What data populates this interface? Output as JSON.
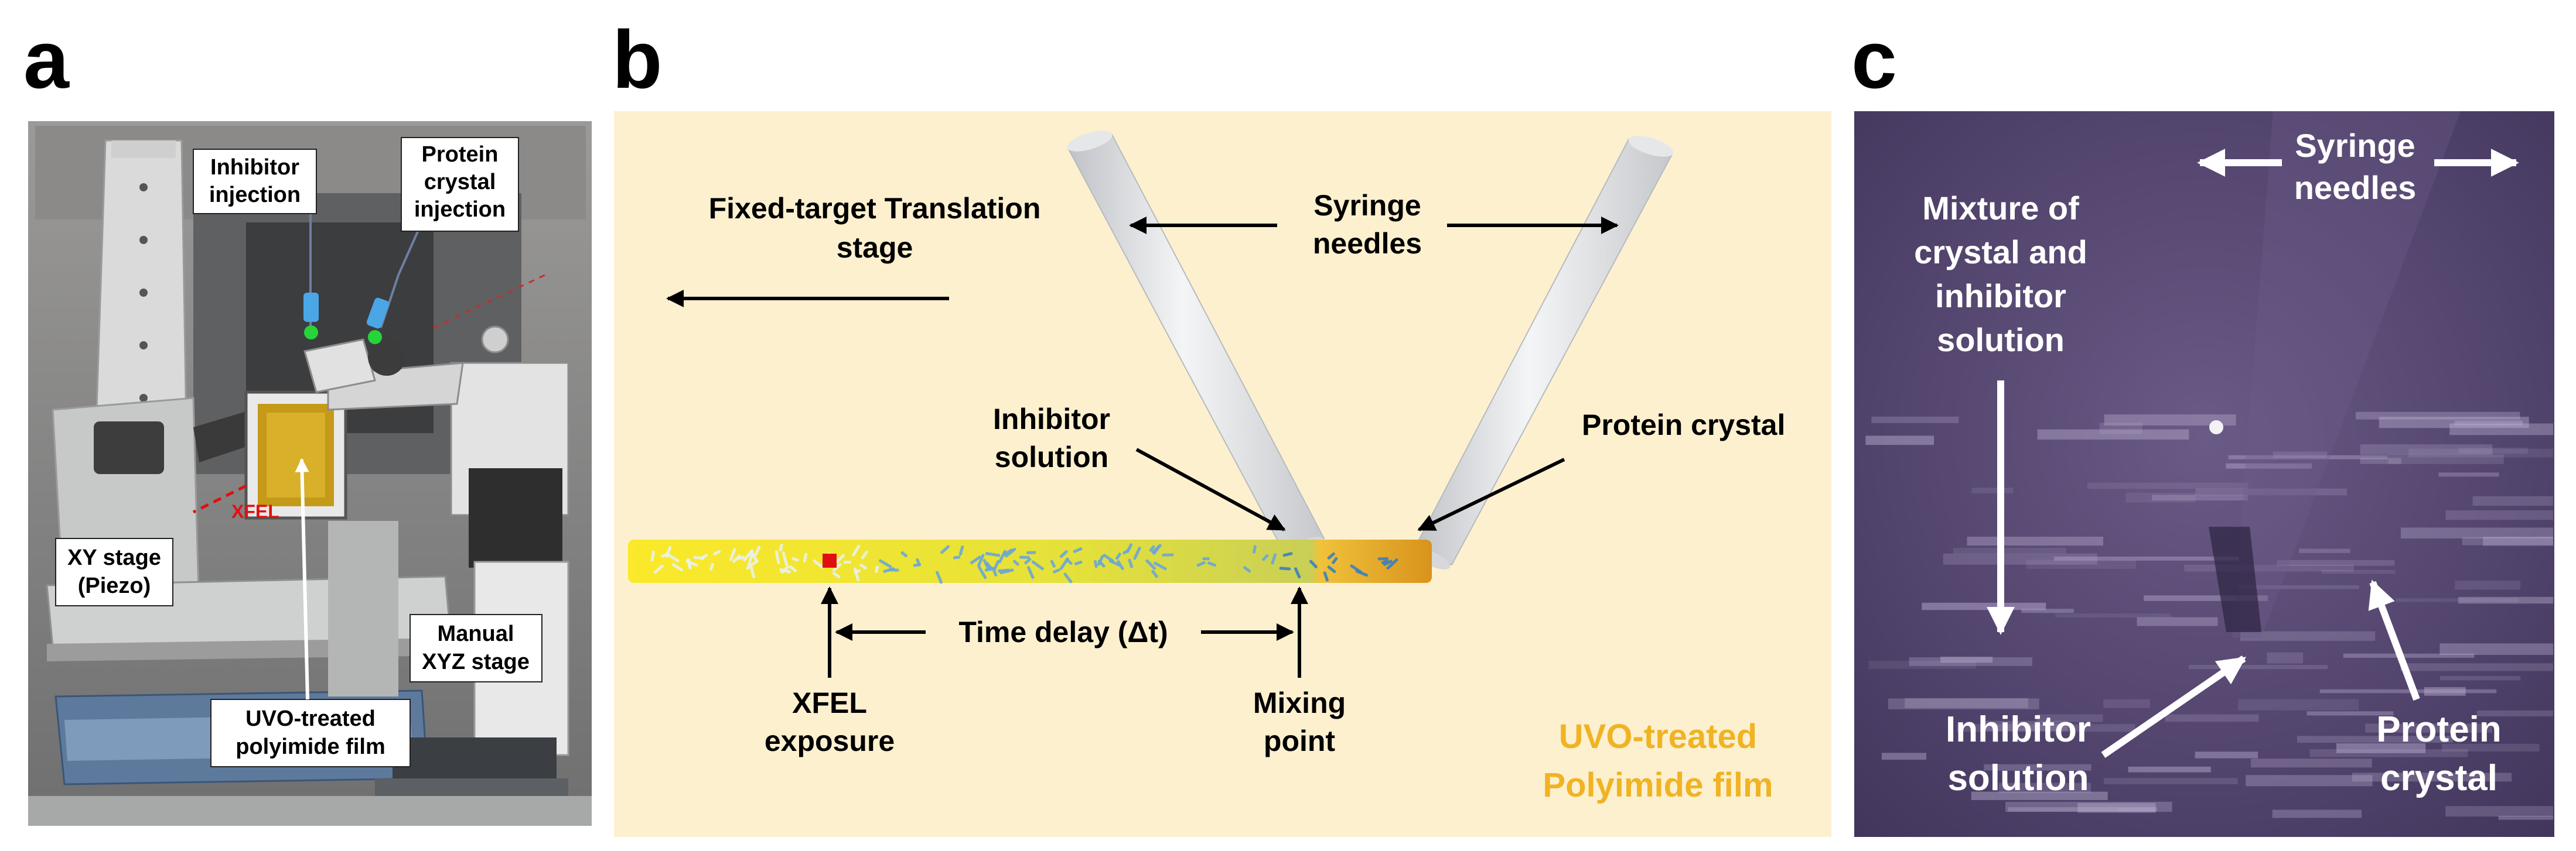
{
  "panels": [
    {
      "letter": "a"
    },
    {
      "letter": "b"
    },
    {
      "letter": "c"
    }
  ],
  "panel_a": {
    "inhibitor_injection": [
      "Inhibitor",
      "injection"
    ],
    "protein_crystal_injection": [
      "Protein",
      "crystal",
      "injection"
    ],
    "xfel": "XFEL",
    "xy_stage": [
      "XY stage",
      "(Piezo)"
    ],
    "manual_xyz_stage": [
      "Manual",
      "XYZ stage"
    ],
    "uvo_film": [
      "UVO-treated",
      "polyimide film"
    ]
  },
  "panel_b": {
    "translation_stage": [
      "Fixed-target Translation",
      "stage"
    ],
    "syringe_needles": [
      "Syringe",
      "needles"
    ],
    "inhibitor_solution": [
      "Inhibitor",
      "solution"
    ],
    "protein_crystal": "Protein crystal",
    "time_delay": "Time delay (Δt)",
    "xfel_exposure": [
      "XFEL",
      "exposure"
    ],
    "mixing_point": [
      "Mixing",
      "point"
    ],
    "film_label": [
      "UVO-treated",
      "Polyimide film"
    ]
  },
  "panel_c": {
    "syringe_needles": [
      "Syringe",
      "needles"
    ],
    "mixture": [
      "Mixture of",
      "crystal and",
      "inhibitor",
      "solution"
    ],
    "inhibitor_solution": [
      "Inhibitor",
      "solution"
    ],
    "protein_crystal": [
      "Protein",
      "crystal"
    ]
  },
  "colors": {
    "panel_b_background": "#fdf0cf",
    "film_yellow": "#f7e21a",
    "film_orange": "#e6a622",
    "film_label": "#f0b323",
    "xfel_red": "#e01010",
    "micrograph_purple": "#5a4a78"
  }
}
